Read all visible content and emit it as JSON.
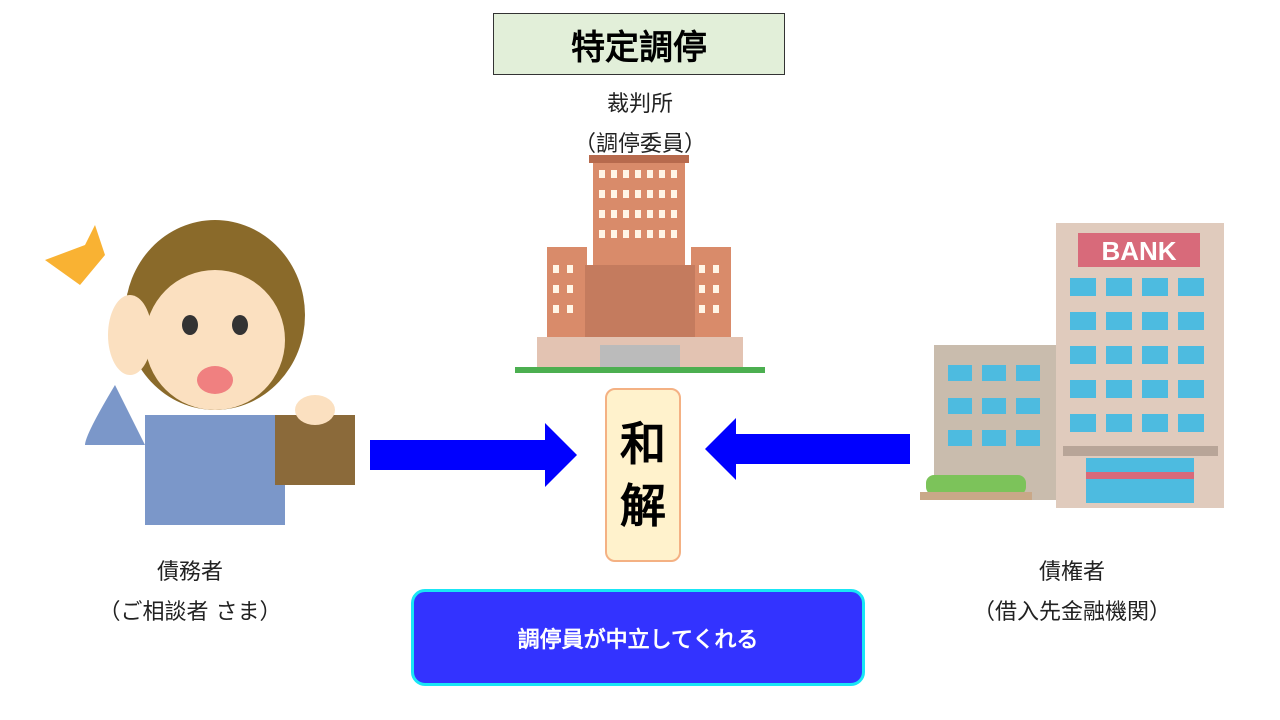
{
  "title": "特定調停",
  "court": {
    "line1": "裁判所",
    "line2": "（調停委員）"
  },
  "debtor": {
    "line1": "債務者",
    "line2": "（ご相談者 さま）"
  },
  "creditor": {
    "line1": "債権者",
    "line2": "（借入先金融機関）"
  },
  "settlement": {
    "char1": "和",
    "char2": "解"
  },
  "note": "調停員が中立してくれる",
  "bank_sign": "BANK",
  "colors": {
    "arrow": "#0000ff",
    "note_bg": "#3333ff",
    "note_border": "#19e6f5",
    "title_bg": "#e2efd9",
    "center_bg": "#fff2cc",
    "center_border": "#f4b183"
  }
}
